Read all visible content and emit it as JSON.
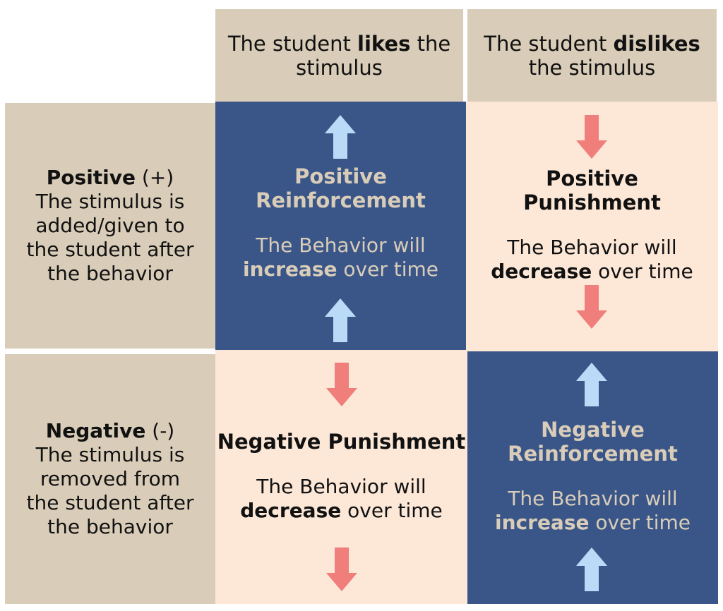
{
  "colors": {
    "tan": "#d9cdb9",
    "blue": "#3a5688",
    "peach": "#fde8d8",
    "arrow_up": "#b9dbf7",
    "arrow_down": "#f07e7a"
  },
  "header": {
    "likes": {
      "pre": "The student ",
      "bold": "likes",
      "post": " the",
      "line2": "stimulus"
    },
    "dislikes": {
      "pre": "The student ",
      "bold": "dislikes",
      "line2": "the stimulus"
    }
  },
  "rows": {
    "positive": {
      "label": "Positive",
      "sign": "(+)",
      "line1": "The stimulus is",
      "line2": "added/given to",
      "line3": "the student after",
      "line4": "the behavior"
    },
    "negative": {
      "label": "Negative",
      "sign": "(-)",
      "line1": "The stimulus is",
      "line2": "removed from",
      "line3": "the student after",
      "line4": "the behavior"
    }
  },
  "cells": {
    "positive_reinforcement": {
      "title1": "Positive",
      "title2": "Reinforcement",
      "desc1": "The Behavior will",
      "desc_bold": "increase",
      "desc_post": " over time",
      "arrow": "arrow-up-icon"
    },
    "positive_punishment": {
      "title1": "Positive",
      "title2": "Punishment",
      "desc1": "The Behavior will",
      "desc_bold": "decrease",
      "desc_post": " over time",
      "arrow": "arrow-down-icon"
    },
    "negative_punishment": {
      "title1": "Negative Punishment",
      "desc1": "The Behavior will",
      "desc_bold": "decrease",
      "desc_post": " over time",
      "arrow": "arrow-down-icon"
    },
    "negative_reinforcement": {
      "title1": "Negative",
      "title2": "Reinforcement",
      "desc1": "The Behavior will",
      "desc_bold": "increase",
      "desc_post": " over time",
      "arrow": "arrow-up-icon"
    }
  }
}
